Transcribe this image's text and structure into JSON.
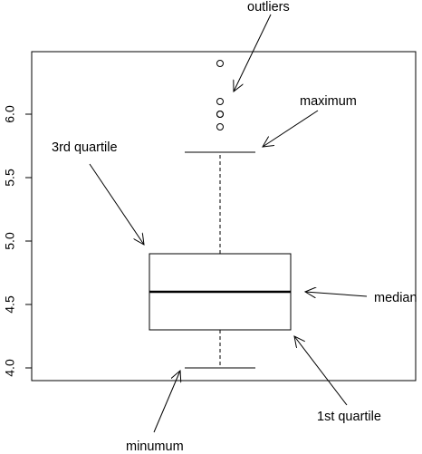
{
  "chart_data": {
    "type": "boxplot",
    "title": "",
    "xlabel": "",
    "ylabel": "",
    "ylim": [
      3.91,
      6.5
    ],
    "yticks": [
      4.0,
      4.5,
      5.0,
      5.5,
      6.0
    ],
    "ytick_labels": [
      "4.0",
      "4.5",
      "5.0",
      "5.5",
      "6.0"
    ],
    "box": {
      "minimum": 4.0,
      "q1": 4.3,
      "median": 4.6,
      "q3": 4.9,
      "maximum": 5.7
    },
    "outliers": [
      5.9,
      6.0,
      6.0,
      6.1,
      6.4
    ],
    "grid": false,
    "colors": {
      "stroke": "#000000",
      "background": "#ffffff"
    },
    "annotations": [
      {
        "id": "outliers",
        "text": "outliers",
        "points_to": "outliers"
      },
      {
        "id": "maximum",
        "text": "maximum",
        "points_to": "maximum"
      },
      {
        "id": "q3",
        "text": "3rd quartile",
        "points_to": "q3"
      },
      {
        "id": "median",
        "text": "median",
        "points_to": "median"
      },
      {
        "id": "q1",
        "text": "1st quartile",
        "points_to": "q1"
      },
      {
        "id": "minimum",
        "text": "minumum",
        "points_to": "minimum"
      }
    ]
  }
}
